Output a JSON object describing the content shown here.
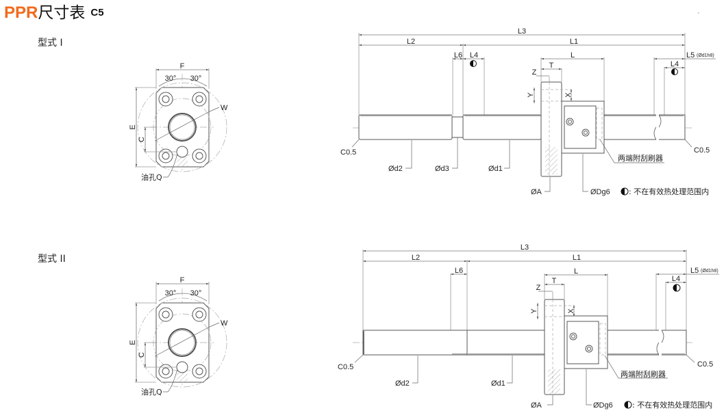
{
  "header": {
    "brand": "PPR",
    "title_cn": "尺寸表",
    "grade": "C5"
  },
  "types": [
    {
      "label": "型式 I",
      "flange_view": {
        "dim_F": "F",
        "angle_left": "30°",
        "angle_right": "30°",
        "dim_E": "E",
        "dim_C": "C",
        "dim_W": "W",
        "oil_hole": "油孔Q"
      },
      "shaft_view": {
        "dims": [
          "L3",
          "L2",
          "L1",
          "L6",
          "L4",
          "L",
          "T",
          "Z",
          "Y",
          "X",
          "L4",
          "L5"
        ],
        "L5_note": "(Ød1h8)",
        "chamfer_left": "C0.5",
        "chamfer_right": "C0.5",
        "diam_labels": [
          "Ød2",
          "Ød3",
          "Ød1",
          "ØA",
          "ØDg6"
        ],
        "wiper_note": "两端附刮刷器",
        "legend_symbol": "half-circle-icon",
        "legend_text": ": 不在有效热处理范围内"
      }
    },
    {
      "label": "型式 II",
      "flange_view": {
        "dim_F": "F",
        "angle_left": "30°",
        "angle_right": "30°",
        "dim_E": "E",
        "dim_C": "C",
        "dim_W": "W",
        "oil_hole": "油孔Q"
      },
      "shaft_view": {
        "dims": [
          "L3",
          "L2",
          "L1",
          "L6",
          "L",
          "T",
          "Z",
          "Y",
          "X",
          "L4",
          "L5"
        ],
        "L5_note": "(Ød1h8)",
        "chamfer_left": "C0.5",
        "chamfer_right": "C0.5",
        "diam_labels": [
          "Ød2",
          "Ød1",
          "ØA",
          "ØDg6"
        ],
        "wiper_note": "两端附刮刷器",
        "legend_symbol": "half-circle-icon",
        "legend_text": ": 不在有效热处理范围内"
      }
    }
  ]
}
